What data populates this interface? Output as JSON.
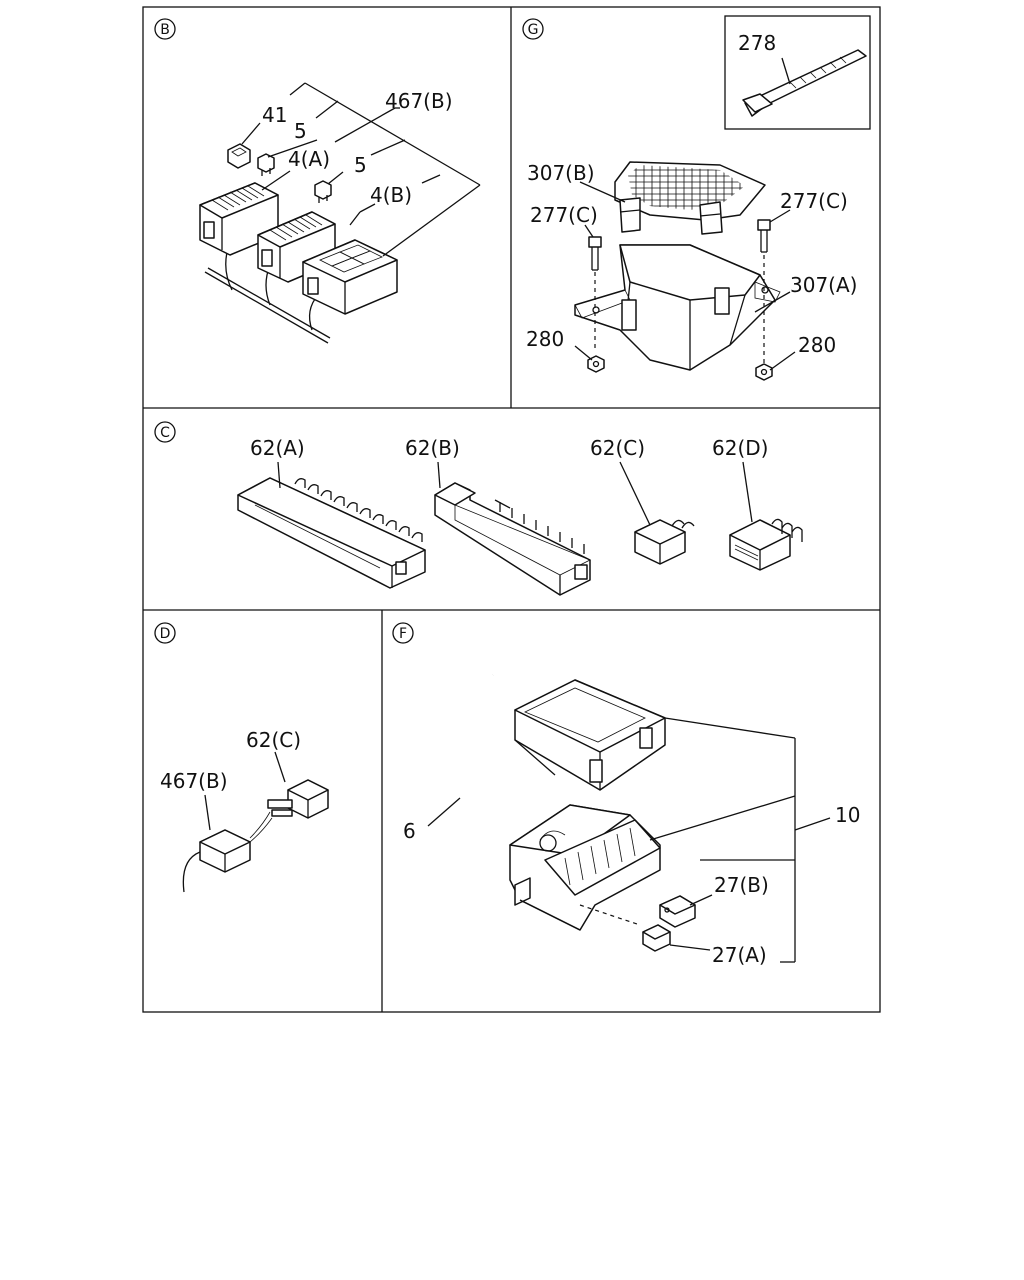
{
  "sections": [
    {
      "id": "B",
      "letter": "B"
    },
    {
      "id": "G",
      "letter": "G"
    },
    {
      "id": "C",
      "letter": "C"
    },
    {
      "id": "D",
      "letter": "D"
    },
    {
      "id": "F",
      "letter": "F"
    }
  ],
  "labels": {
    "b_41": "41",
    "b_5a": "5",
    "b_467b": "467(B)",
    "b_4a": "4(A)",
    "b_5b": "5",
    "b_4b": "4(B)",
    "g_278": "278",
    "g_307b": "307(B)",
    "g_277c_left": "277(C)",
    "g_277c_right": "277(C)",
    "g_307a": "307(A)",
    "g_280_left": "280",
    "g_280_right": "280",
    "c_62a": "62(A)",
    "c_62b": "62(B)",
    "c_62c": "62(C)",
    "c_62d": "62(D)",
    "d_62c": "62(C)",
    "d_467b": "467(B)",
    "f_6": "6",
    "f_10": "10",
    "f_27b": "27(B)",
    "f_27a": "27(A)"
  }
}
